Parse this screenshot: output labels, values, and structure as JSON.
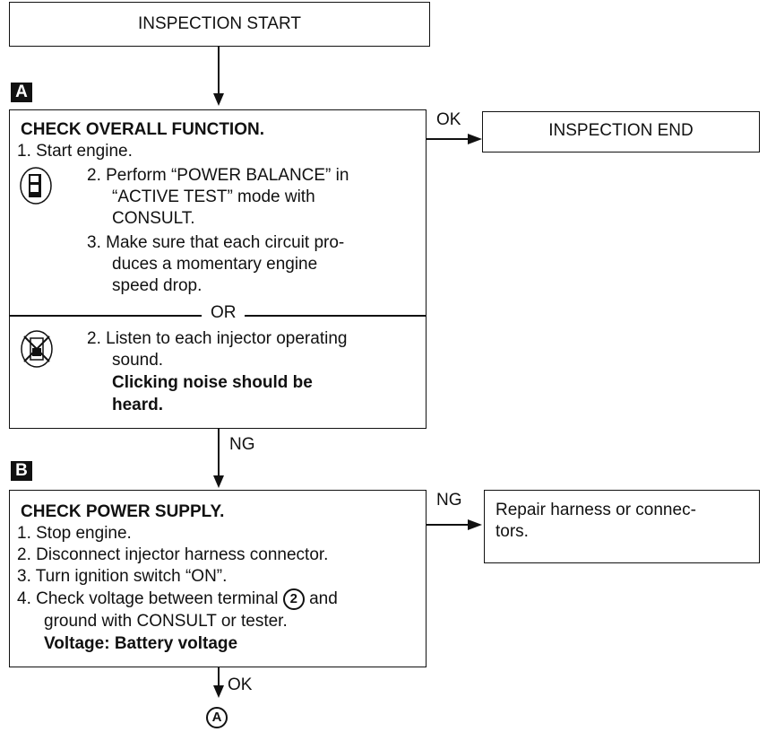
{
  "start": {
    "label": "INSPECTION START"
  },
  "end": {
    "label": "INSPECTION END"
  },
  "step_a": {
    "marker": "A",
    "title": "CHECK OVERALL FUNCTION.",
    "line1": "1. Start engine.",
    "consult_lines": [
      "2. Perform “POWER BALANCE” in",
      "“ACTIVE TEST” mode with",
      "CONSULT.",
      "3. Make sure that each circuit pro-",
      "duces a momentary engine",
      "speed drop."
    ],
    "or_label": "OR",
    "noconsult_lines": [
      "2. Listen to each injector operating",
      "sound."
    ],
    "noconsult_bold": [
      "Clicking noise should be",
      "heard."
    ],
    "ok_label": "OK",
    "ng_label": "NG"
  },
  "step_b": {
    "marker": "B",
    "title": "CHECK POWER SUPPLY.",
    "lines": [
      "1. Stop engine.",
      "2. Disconnect injector harness connector.",
      "3. Turn ignition switch “ON”."
    ],
    "line4_pre": "4. Check voltage between terminal",
    "terminal": "2",
    "line4_post": "and",
    "line5": "ground with CONSULT or tester.",
    "spec": "Voltage: Battery voltage",
    "ng_label": "NG",
    "ok_label": "OK"
  },
  "repair": {
    "lines": [
      "Repair harness or connec-",
      "tors."
    ]
  },
  "connector": {
    "label": "A"
  },
  "colors": {
    "ink": "#111111",
    "background": "#ffffff"
  },
  "icons": [
    "consult-tester-icon",
    "no-consult-tester-icon"
  ]
}
